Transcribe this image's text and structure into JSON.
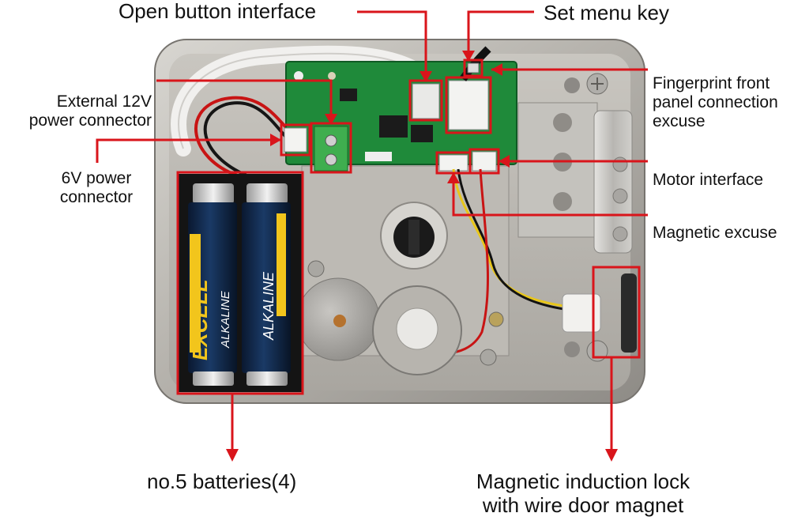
{
  "labels": {
    "open_button_interface": "Open button interface",
    "set_menu_key": "Set menu key",
    "fingerprint_line1": "Fingerprint front",
    "fingerprint_line2": "panel connection",
    "fingerprint_line3": "excuse",
    "external_12v_line1": "External 12V",
    "external_12v_line2": "power connector",
    "six_v_line1": "6V power",
    "six_v_line2": "connector",
    "motor_interface": "Motor interface",
    "magnetic_excuse": "Magnetic excuse",
    "batteries": "no.5 batteries(4)",
    "mag_lock_line1": "Magnetic induction lock",
    "mag_lock_line2": "with wire door magnet"
  },
  "battery_text": {
    "brand": "EXCELL",
    "type": "ALKALINE"
  },
  "colors": {
    "callout": "#d9151b",
    "casing": "#b9b6b0",
    "pcb": "#1f8a3a",
    "battery_body": "#0d2340",
    "battery_accent": "#f2c51c"
  }
}
